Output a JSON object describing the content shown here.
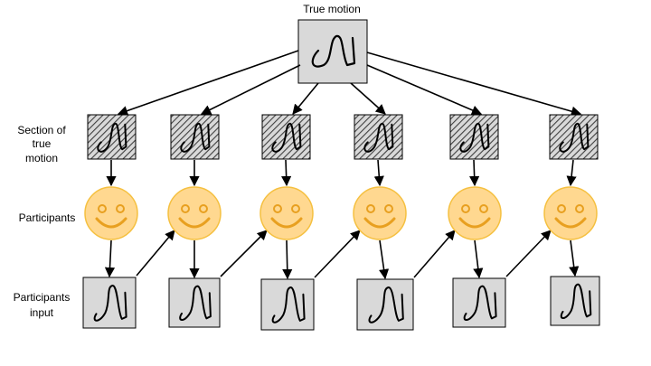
{
  "title": "True motion",
  "row_labels": {
    "section": [
      "Section of",
      "true",
      "motion"
    ],
    "participants": "Participants",
    "input": [
      "Participants",
      "input"
    ]
  },
  "colors": {
    "box_fill": "#d9d9d9",
    "hatch": "#404040",
    "smiley_fill": "#ffd890",
    "smiley_stroke": "#f5c040",
    "eye": "#e8a020",
    "curve": "#000000",
    "arrow": "#000000"
  },
  "columns": 6
}
